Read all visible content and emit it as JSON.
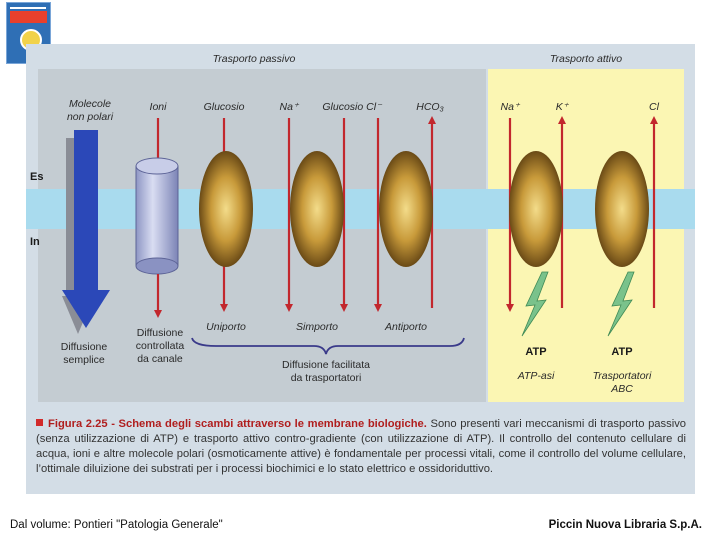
{
  "header": {
    "passive": "Trasporto passivo",
    "active": "Trasporto attivo"
  },
  "sides": {
    "outside": "Es",
    "inside": "In"
  },
  "top_labels": {
    "nonpolar": [
      "Molecole",
      "non polari"
    ],
    "ions": "Ioni",
    "glucose": "Glucosio",
    "na1": "Na⁺",
    "glucose_cl": "Glucosio Cl⁻",
    "hco3": "HCO₃",
    "na2": "Na⁺",
    "k": "K⁺",
    "cl": "Cl"
  },
  "bottom_labels": {
    "simple": [
      "Diffusione",
      "semplice"
    ],
    "channel": [
      "Diffusione",
      "controllata",
      "da canale"
    ],
    "uniport": "Uniporto",
    "symport": "Simporto",
    "antiport": "Antiporto",
    "facilitated": [
      "Diffusione facilitata",
      "da trasportatori"
    ],
    "atp1": "ATP",
    "atp2": "ATP",
    "atpase": "ATP-asi",
    "abc": [
      "Trasportatori",
      "ABC"
    ]
  },
  "caption": {
    "title": "Figura 2.25 - Schema degli scambi attraverso le membrane biologiche.",
    "text": "Sono presenti vari meccanismi di trasporto passivo (senza utilizzazione di ATP) e trasporto attivo contro-gradiente (con utilizzazione di ATP). Il controllo del contenuto cellulare di acqua, ioni e altre molecole polari (osmoticamente attive) è fondamentale per processi vitali, come il controllo del volume cellulare, l’ottimale diluizione dei substrati per i processi biochimici e lo stato elettrico e ossidoriduttivo."
  },
  "footer": {
    "left": "Dal volume: Pontieri \"Patologia Generale\"",
    "right": "Piccin Nuova Libraria S.p.A."
  },
  "colors": {
    "passive_panel": "#c4ccd2",
    "active_panel": "#fbf6b3",
    "membrane": "#a9dbee",
    "arrow_red": "#c2272d",
    "arrow_blue": "#2b48b8",
    "lightning": "#7ac28b"
  }
}
